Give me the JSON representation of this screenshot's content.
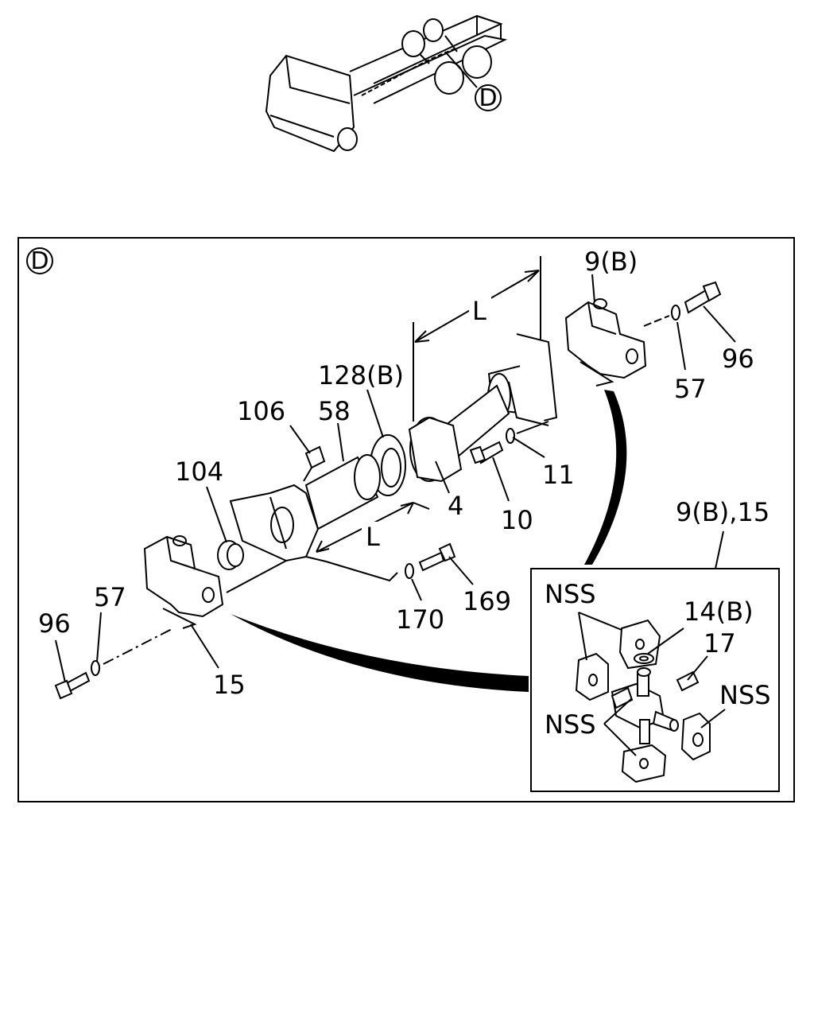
{
  "view": {
    "location_marker": "D",
    "detail_marker": "D"
  },
  "labels": {
    "p9b_top": "9(B)",
    "p96_top": "96",
    "p57_top": "57",
    "pL_top": "L",
    "p128b": "128(B)",
    "p106": "106",
    "p58": "58",
    "p104": "104",
    "p11": "11",
    "p4": "4",
    "p10": "10",
    "pL_bottom": "L",
    "p57_left": "57",
    "p96_left": "96",
    "p15": "15",
    "p170": "170",
    "p169": "169"
  },
  "inset": {
    "title": "9(B),15",
    "nss_a": "NSS",
    "nss_b": "NSS",
    "nss_c": "NSS",
    "p14b": "14(B)",
    "p17": "17"
  },
  "colors": {
    "line": "#000000",
    "background": "#ffffff"
  }
}
